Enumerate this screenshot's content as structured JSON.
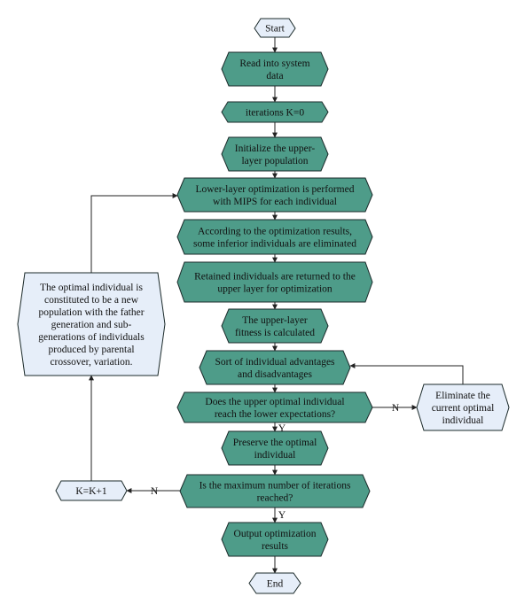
{
  "colors": {
    "process_fill": "#4e9c89",
    "terminal_fill": "#e6eef9",
    "stroke": "#1b2a2a",
    "line": "#222222"
  },
  "nodes": {
    "start": [
      "Start"
    ],
    "read_data": [
      "Read into system",
      "data"
    ],
    "iterations_init": [
      "iterations K=0"
    ],
    "init_population": [
      "Initialize the upper-",
      "layer population"
    ],
    "lower_opt": [
      "Lower-layer optimization is performed",
      "with MIPS for each individual"
    ],
    "eliminate_inferior": [
      "According to the optimization results,",
      "some inferior individuals are eliminated"
    ],
    "return_upper": [
      "Retained individuals are returned to the",
      "upper layer for optimization"
    ],
    "fitness": [
      "The upper-layer",
      "fitness is calculated"
    ],
    "sort": [
      "Sort of individual advantages",
      "and disadvantages"
    ],
    "check_expect": [
      "Does the upper optimal individual",
      "reach the lower expectations?"
    ],
    "preserve": [
      "Preserve the optimal",
      "individual"
    ],
    "check_max": [
      "Is the maximum number of iterations",
      "reached?"
    ],
    "output": [
      "Output optimization",
      "results"
    ],
    "end": [
      "End"
    ],
    "eliminate_current": [
      "Eliminate the",
      "current optimal",
      "individual"
    ],
    "new_population": [
      "The optimal individual is",
      "constituted to be a new",
      "population with the father",
      "generation and sub-",
      "generations of individuals",
      "produced by parental",
      "crossover, variation."
    ],
    "increment": [
      "K=K+1"
    ]
  },
  "edge_labels": {
    "expect_no": "N",
    "expect_yes": "Y",
    "max_no": "N",
    "max_yes": "Y"
  }
}
